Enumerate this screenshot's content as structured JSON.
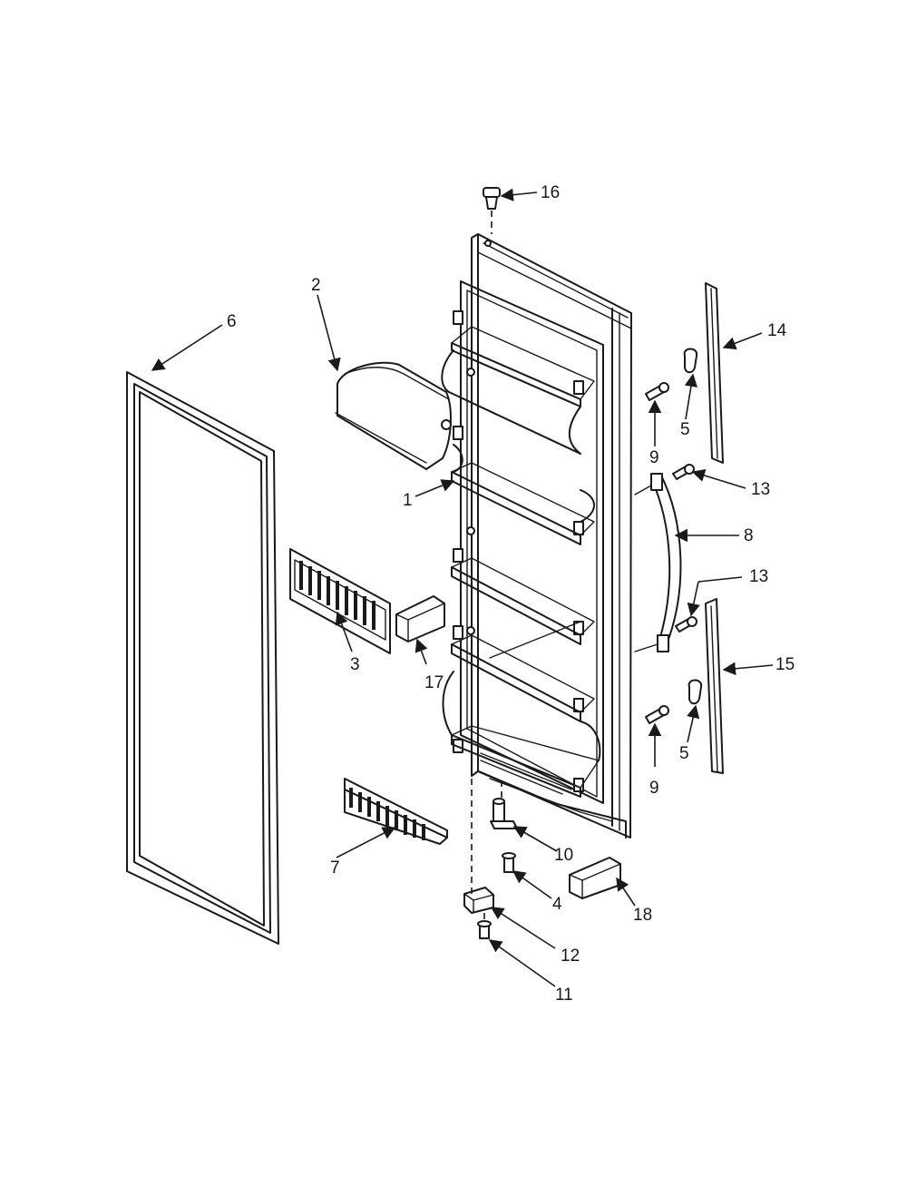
{
  "callouts": {
    "c1": "1",
    "c2": "2",
    "c3": "3",
    "c4": "4",
    "c5a": "5",
    "c5b": "5",
    "c6": "6",
    "c7": "7",
    "c8": "8",
    "c9a": "9",
    "c9b": "9",
    "c10": "10",
    "c11": "11",
    "c12": "12",
    "c13a": "13",
    "c13b": "13",
    "c14": "14",
    "c15": "15",
    "c16": "16",
    "c17": "17",
    "c18": "18"
  }
}
